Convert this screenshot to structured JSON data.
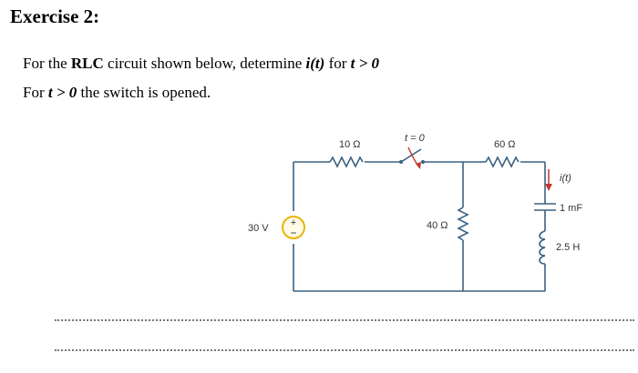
{
  "exercise_title": "Exercise 2:",
  "problem": {
    "line1_prefix": "For the ",
    "line1_rlc": "RLC",
    "line1_mid": " circuit shown below, determine ",
    "line1_it": "i(t)",
    "line1_for": " for ",
    "line1_cond": "t > 0",
    "line2_prefix": "For ",
    "line2_cond": "t > 0",
    "line2_suffix": " the switch is opened."
  },
  "circuit": {
    "switch_label": "t = 0",
    "r1_label": "10 Ω",
    "r2_label": "60 Ω",
    "r3_label": "40 Ω",
    "source_label": "30 V",
    "current_label": "i(t)",
    "capacitor_label": "1 mF",
    "inductor_label": "2.5 H",
    "wire_color": "#3a6080",
    "accent_color": "#c0392b",
    "source_color": "#e8b400"
  }
}
